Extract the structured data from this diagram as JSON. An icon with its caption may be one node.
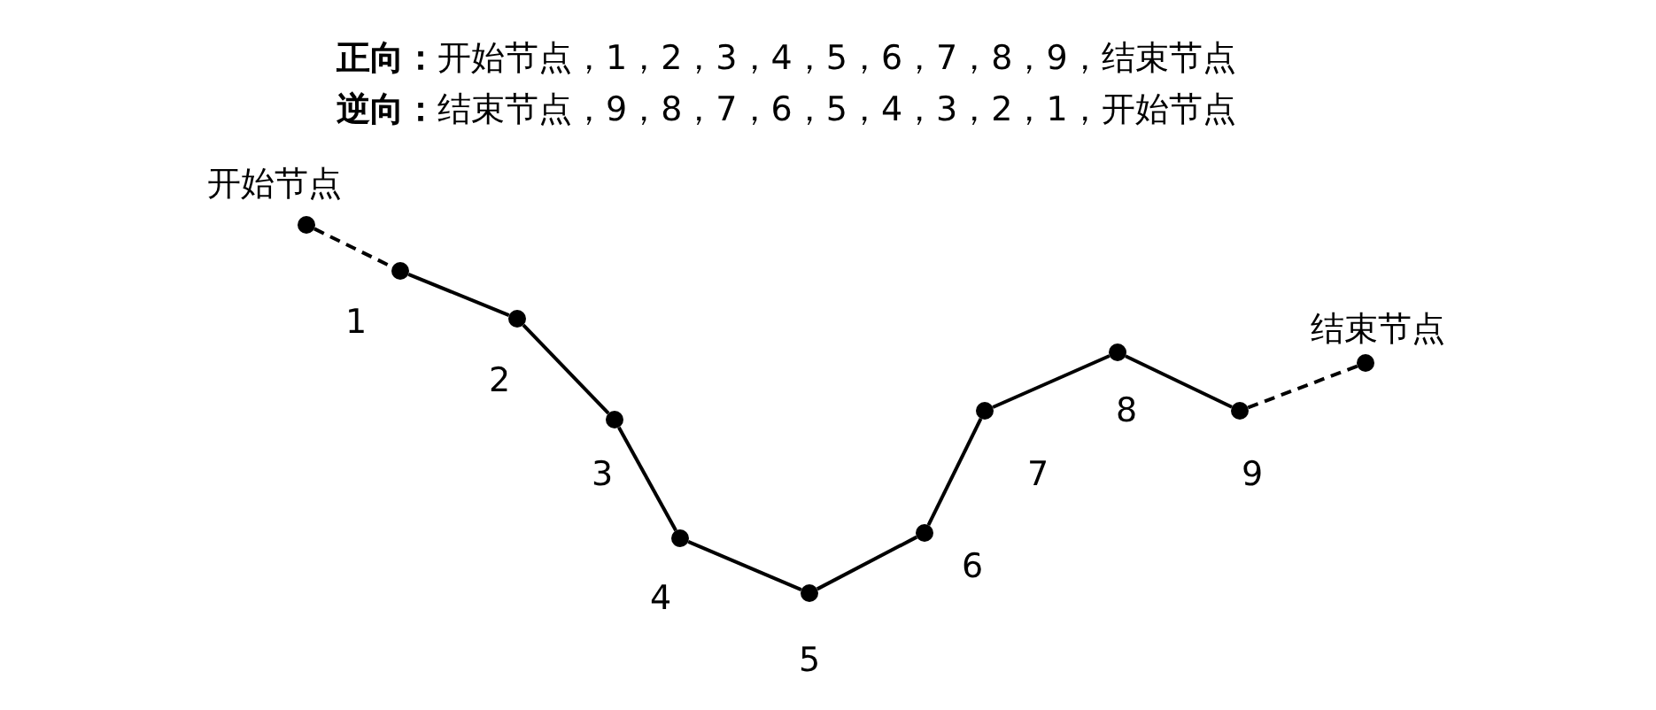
{
  "diagram": {
    "nodes": [
      {
        "text": [],
        "shape": "circle",
        "beside": [
          "开始节点"
        ]
      },
      {
        "text": [],
        "shape": "circle",
        "beside": [
          "1"
        ]
      },
      {
        "text": [],
        "shape": "circle",
        "beside": [
          "2"
        ]
      },
      {
        "text": [],
        "shape": "circle",
        "beside": [
          "3"
        ]
      },
      {
        "text": [],
        "shape": "circle",
        "beside": [
          "4"
        ]
      },
      {
        "text": [],
        "shape": "circle",
        "beside": [
          "5"
        ]
      },
      {
        "text": [],
        "shape": "circle",
        "beside": [
          "6"
        ]
      },
      {
        "text": [],
        "shape": "circle",
        "beside": [
          "7"
        ]
      },
      {
        "text": [],
        "shape": "circle",
        "beside": [
          "8"
        ]
      },
      {
        "text": [],
        "shape": "circle",
        "beside": [
          "9"
        ]
      },
      {
        "text": [],
        "shape": "circle",
        "beside": [
          "结束节点"
        ]
      }
    ],
    "edges": [
      {
        "from": 0,
        "to": 1,
        "arrow": "none",
        "style": "dashed"
      },
      {
        "from": 1,
        "to": 2,
        "arrow": "none"
      },
      {
        "from": 2,
        "to": 3,
        "arrow": "none"
      },
      {
        "from": 3,
        "to": 4,
        "arrow": "none"
      },
      {
        "from": 4,
        "to": 5,
        "arrow": "none"
      },
      {
        "from": 5,
        "to": 6,
        "arrow": "none"
      },
      {
        "from": 6,
        "to": 7,
        "arrow": "none"
      },
      {
        "from": 7,
        "to": 8,
        "arrow": "none"
      },
      {
        "from": 8,
        "to": 9,
        "arrow": "none"
      },
      {
        "from": 9,
        "to": 10,
        "arrow": "none",
        "style": "dashed"
      }
    ],
    "labels": [
      "**正向：**开始节点，1，2，3，4，5，6，7，8，9，结束节点",
      "**逆向：**结束节点，9，8，7，6，5，4，3，2，1，开始节点"
    ]
  }
}
